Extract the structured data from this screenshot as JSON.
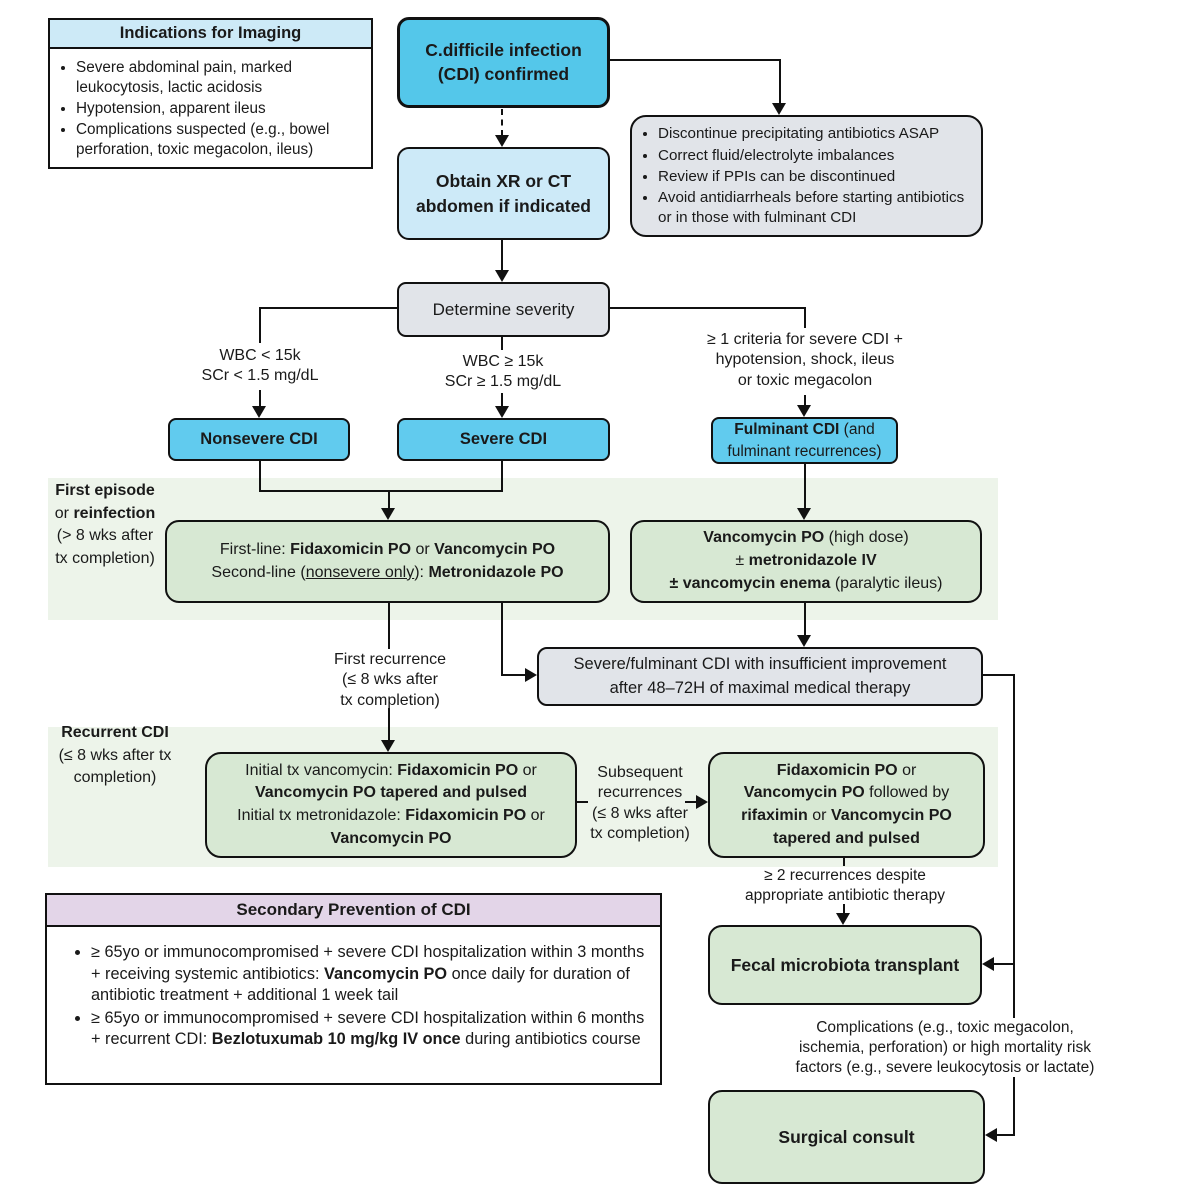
{
  "colors": {
    "cyan_dark": "#54c7ea",
    "cyan": "#61cbee",
    "pale_blue": "#cdeaf8",
    "header_blue": "#cdeaf7",
    "gray": "#e1e4e9",
    "green_box": "#d7e8d3",
    "green_band": "#edf4ea",
    "purple_header": "#e3d5e8",
    "line": "#111111"
  },
  "indications": {
    "title": "Indications for Imaging",
    "bullets": [
      "Severe abdominal pain, marked leukocytosis, lactic acidosis",
      "Hypotension, apparent ileus",
      "Complications suspected (e.g., bowel perforation, toxic megacolon, ileus)"
    ]
  },
  "nodes": {
    "cdi_confirmed": "C.difficile infection\n(CDI) confirmed",
    "precautions_bullets": [
      "Discontinue precipitating antibiotics ASAP",
      "Correct fluid/electrolyte imbalances",
      "Review if PPIs can be discontinued",
      "Avoid antidiarrheals before starting antibiotics or in those with fulminant CDI"
    ],
    "obtain_xr": "Obtain XR or CT\nabdomen if indicated",
    "determine": "Determine severity",
    "nonsevere": "Nonsevere CDI",
    "severe": "Severe CDI",
    "fulminant_lines": [
      [
        {
          "t": "Fulminant CDI",
          "b": true
        },
        {
          "t": " (and"
        }
      ],
      [
        {
          "t": "fulminant recurrences)"
        }
      ]
    ],
    "firstline_lines": [
      [
        {
          "t": "First-line: "
        },
        {
          "t": "Fidaxomicin PO",
          "b": true
        },
        {
          "t": " or "
        },
        {
          "t": "Vancomycin PO",
          "b": true
        }
      ],
      [
        {
          "t": "Second-line ("
        },
        {
          "t": "nonsevere only",
          "u": true
        },
        {
          "t": "): "
        },
        {
          "t": "Metronidazole PO",
          "b": true
        }
      ]
    ],
    "vanco_hd_lines": [
      [
        {
          "t": "Vancomycin PO",
          "b": true
        },
        {
          "t": " (high dose)"
        }
      ],
      [
        {
          "t": "± "
        },
        {
          "t": "metronidazole IV",
          "b": true
        }
      ],
      [
        {
          "t": "± vancomycin enema",
          "b": true
        },
        {
          "t": " (paralytic ileus)"
        }
      ]
    ],
    "sevful": "Severe/fulminant CDI with insufficient improvement\nafter 48–72H of maximal medical therapy",
    "recurrent_tx_lines": [
      [
        {
          "t": "Initial tx vancomycin: "
        },
        {
          "t": "Fidaxomicin PO",
          "b": true
        },
        {
          "t": " or"
        }
      ],
      [
        {
          "t": "Vancomycin PO tapered and pulsed",
          "b": true
        }
      ],
      [
        {
          "t": "Initial tx metronidazole: "
        },
        {
          "t": "Fidaxomicin PO",
          "b": true
        },
        {
          "t": " or"
        }
      ],
      [
        {
          "t": "Vancomycin PO",
          "b": true
        }
      ]
    ],
    "subsequent_tx_lines": [
      [
        {
          "t": "Fidaxomicin PO",
          "b": true
        },
        {
          "t": " or"
        }
      ],
      [
        {
          "t": "Vancomycin PO",
          "b": true
        },
        {
          "t": " followed by"
        }
      ],
      [
        {
          "t": "rifaximin",
          "b": true
        },
        {
          "t": " or "
        },
        {
          "t": "Vancomycin PO",
          "b": true
        }
      ],
      [
        {
          "t": "tapered and pulsed",
          "b": true
        }
      ]
    ],
    "fmt": "Fecal microbiota transplant",
    "surgical": "Surgical consult"
  },
  "labels": {
    "wbc_low": "WBC < 15k\nSCr < 1.5 mg/dL",
    "wbc_high": "WBC ≥ 15k\nSCr ≥ 1.5 mg/dL",
    "fulminant_criteria": "≥ 1 criteria for severe CDI +\nhypotension, shock, ileus\nor toxic megacolon",
    "first_episode_lines": [
      [
        {
          "t": "First episode",
          "b": true
        }
      ],
      [
        {
          "t": "or "
        },
        {
          "t": "reinfection",
          "b": true
        }
      ],
      [
        {
          "t": "(> 8 wks after"
        }
      ],
      [
        {
          "t": "tx completion)"
        }
      ]
    ],
    "first_recurrence": "First recurrence\n(≤ 8 wks after\ntx completion)",
    "recurrent_cdi_lines": [
      [
        {
          "t": "Recurrent CDI",
          "b": true
        }
      ],
      [
        {
          "t": "(≤ 8 wks after tx"
        }
      ],
      [
        {
          "t": "completion)"
        }
      ]
    ],
    "subsequent": "Subsequent\nrecurrences\n(≤ 8 wks after\ntx completion)",
    "two_recurrences": "≥ 2 recurrences despite\nappropriate antibiotic therapy",
    "complications": "Complications (e.g., toxic megacolon,\nischemia, perforation) or high mortality risk\nfactors (e.g., severe leukocytosis or lactate)"
  },
  "secondary": {
    "title": "Secondary Prevention of CDI",
    "bullets_rich": [
      [
        {
          "t": "≥ 65yo or immunocompromised + severe CDI hospitalization within 3 months + receiving systemic antibiotics: "
        },
        {
          "t": "Vancomycin PO",
          "b": true
        },
        {
          "t": " once daily for duration of antibiotic treatment + additional 1 week tail"
        }
      ],
      [
        {
          "t": "≥ 65yo or immunocompromised + severe CDI hospitalization within 6 months + recurrent CDI: "
        },
        {
          "t": "Bezlotuxumab 10 mg/kg IV once",
          "b": true
        },
        {
          "t": " during antibiotics course"
        }
      ]
    ]
  }
}
